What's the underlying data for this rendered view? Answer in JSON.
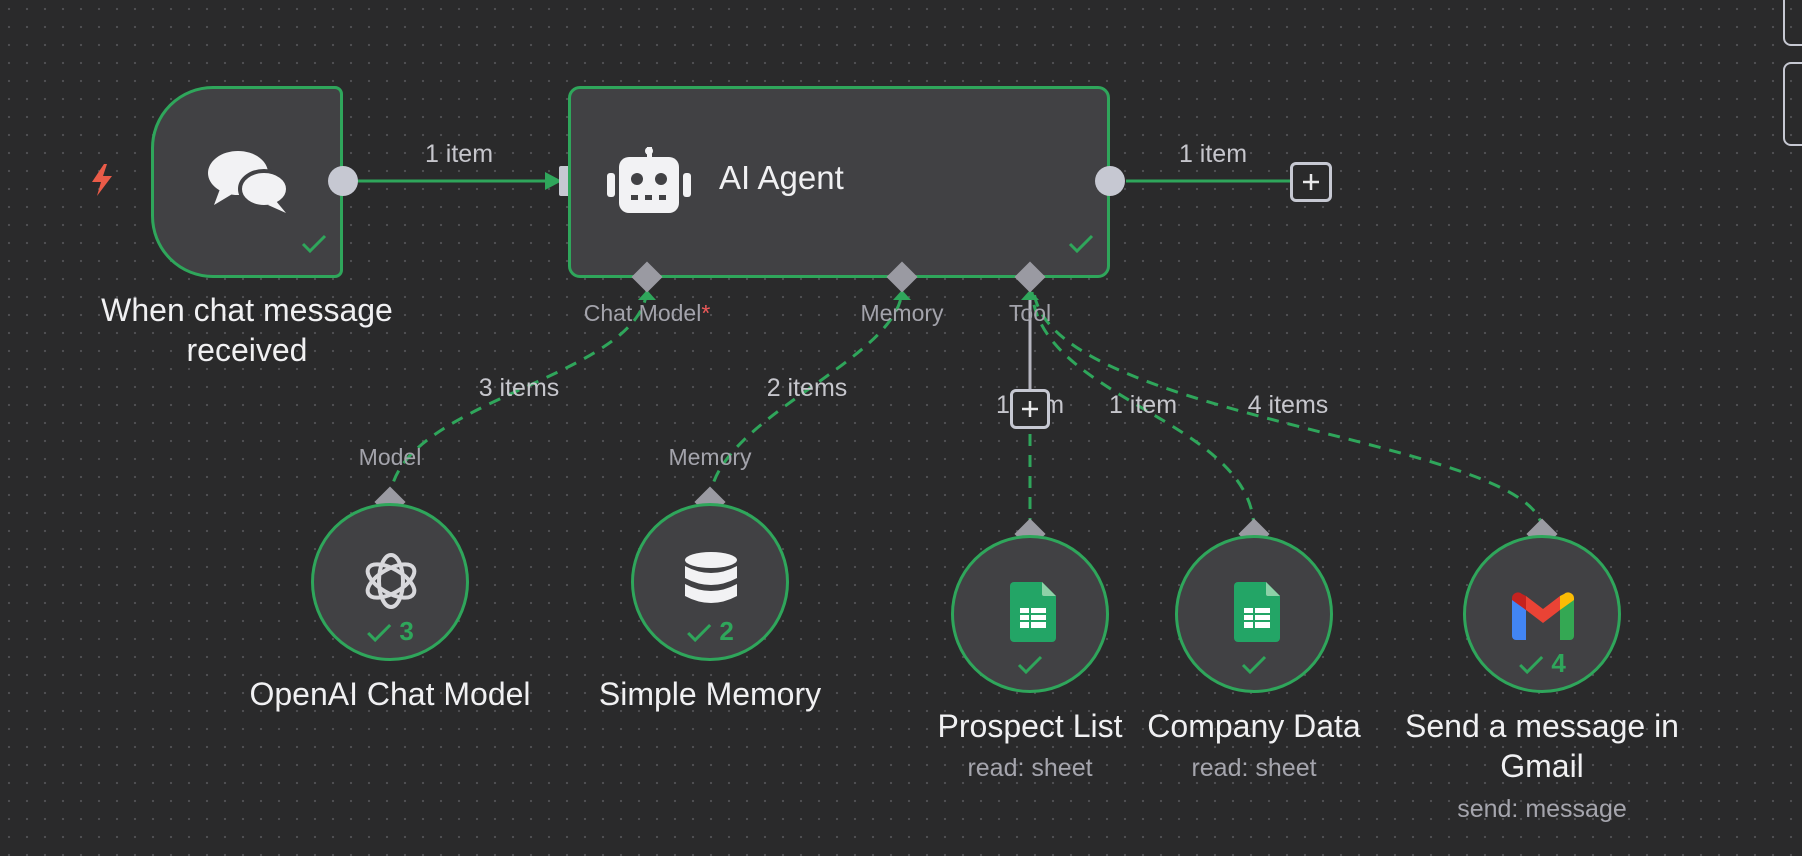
{
  "canvas": {
    "accent_color": "#2fa65b",
    "node_background": "#414144",
    "dashed_edge_color": "#2fa65b"
  },
  "nodes": {
    "trigger": {
      "title_line1": "When chat message",
      "title_line2": "received",
      "icon": "chat-bubbles-icon",
      "badge_icon": "lightning-icon"
    },
    "agent": {
      "title": "AI Agent",
      "icon": "robot-icon",
      "ports": {
        "chat_model": "Chat Model",
        "required_mark": "*",
        "memory": "Memory",
        "tool": "Tool"
      }
    },
    "openai": {
      "title": "OpenAI Chat Model",
      "port_label": "Model",
      "run_count": "3",
      "icon": "openai-icon"
    },
    "memory": {
      "title": "Simple Memory",
      "port_label": "Memory",
      "run_count": "2",
      "icon": "database-icon"
    },
    "prospect": {
      "title": "Prospect List",
      "subtitle": "read: sheet",
      "icon": "google-sheets-icon"
    },
    "company": {
      "title": "Company Data",
      "subtitle": "read: sheet",
      "icon": "google-sheets-icon"
    },
    "gmail": {
      "title_line1": "Send a message in",
      "title_line2": "Gmail",
      "subtitle": "send: message",
      "run_count": "4",
      "icon": "gmail-icon"
    }
  },
  "edges": {
    "trigger_to_agent": "1 item",
    "agent_output": "1 item",
    "model_to_agent": "3 items",
    "memory_to_agent": "2 items",
    "prospect_to_agent": "1 item",
    "company_to_agent": "1 item",
    "gmail_to_agent": "4 items"
  }
}
